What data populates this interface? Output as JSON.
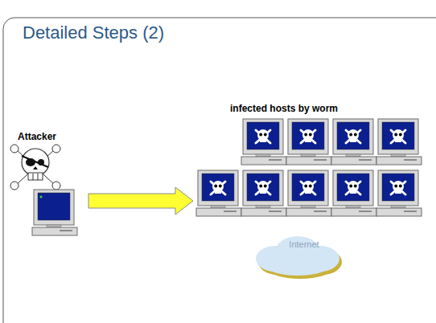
{
  "diagram": {
    "title": "Detailed Steps (2)",
    "nodes": [
      {
        "text": [
          "Attacker"
        ]
      },
      {
        "text": [
          "infected hosts by worm"
        ]
      },
      {
        "text": [
          "Internet"
        ]
      }
    ],
    "edges": [
      {
        "from": 0,
        "to": 1,
        "arrow": "to"
      }
    ]
  }
}
